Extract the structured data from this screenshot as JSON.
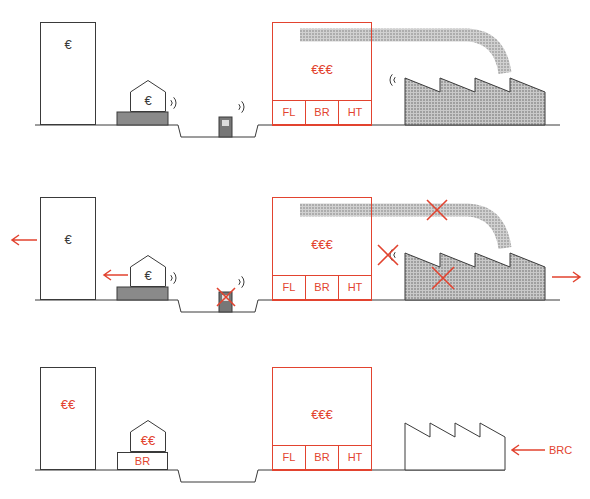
{
  "diagram": {
    "nodes": [
      {
        "text": [
          "€"
        ]
      },
      {
        "text": [
          "€"
        ]
      },
      {
        "text": [
          "€€€"
        ]
      },
      {
        "text": [
          "FL"
        ],
        "in": 2
      },
      {
        "text": [
          "BR"
        ],
        "in": 2
      },
      {
        "text": [
          "HT"
        ],
        "in": 2
      },
      {
        "text": [
          "€"
        ]
      },
      {
        "text": [
          "€"
        ]
      },
      {
        "text": [
          "€€€"
        ]
      },
      {
        "text": [
          "FL"
        ],
        "in": 8
      },
      {
        "text": [
          "BR"
        ],
        "in": 8
      },
      {
        "text": [
          "HT"
        ],
        "in": 8
      },
      {
        "text": [
          "€€"
        ]
      },
      {
        "text": [
          "€€"
        ]
      },
      {
        "text": [
          "BR"
        ]
      },
      {
        "text": [
          "€€€"
        ]
      },
      {
        "text": [
          "FL"
        ],
        "in": 15
      },
      {
        "text": [
          "BR"
        ],
        "in": 15
      },
      {
        "text": [
          "HT"
        ],
        "in": 15
      }
    ],
    "labels": [
      "BRC"
    ]
  }
}
